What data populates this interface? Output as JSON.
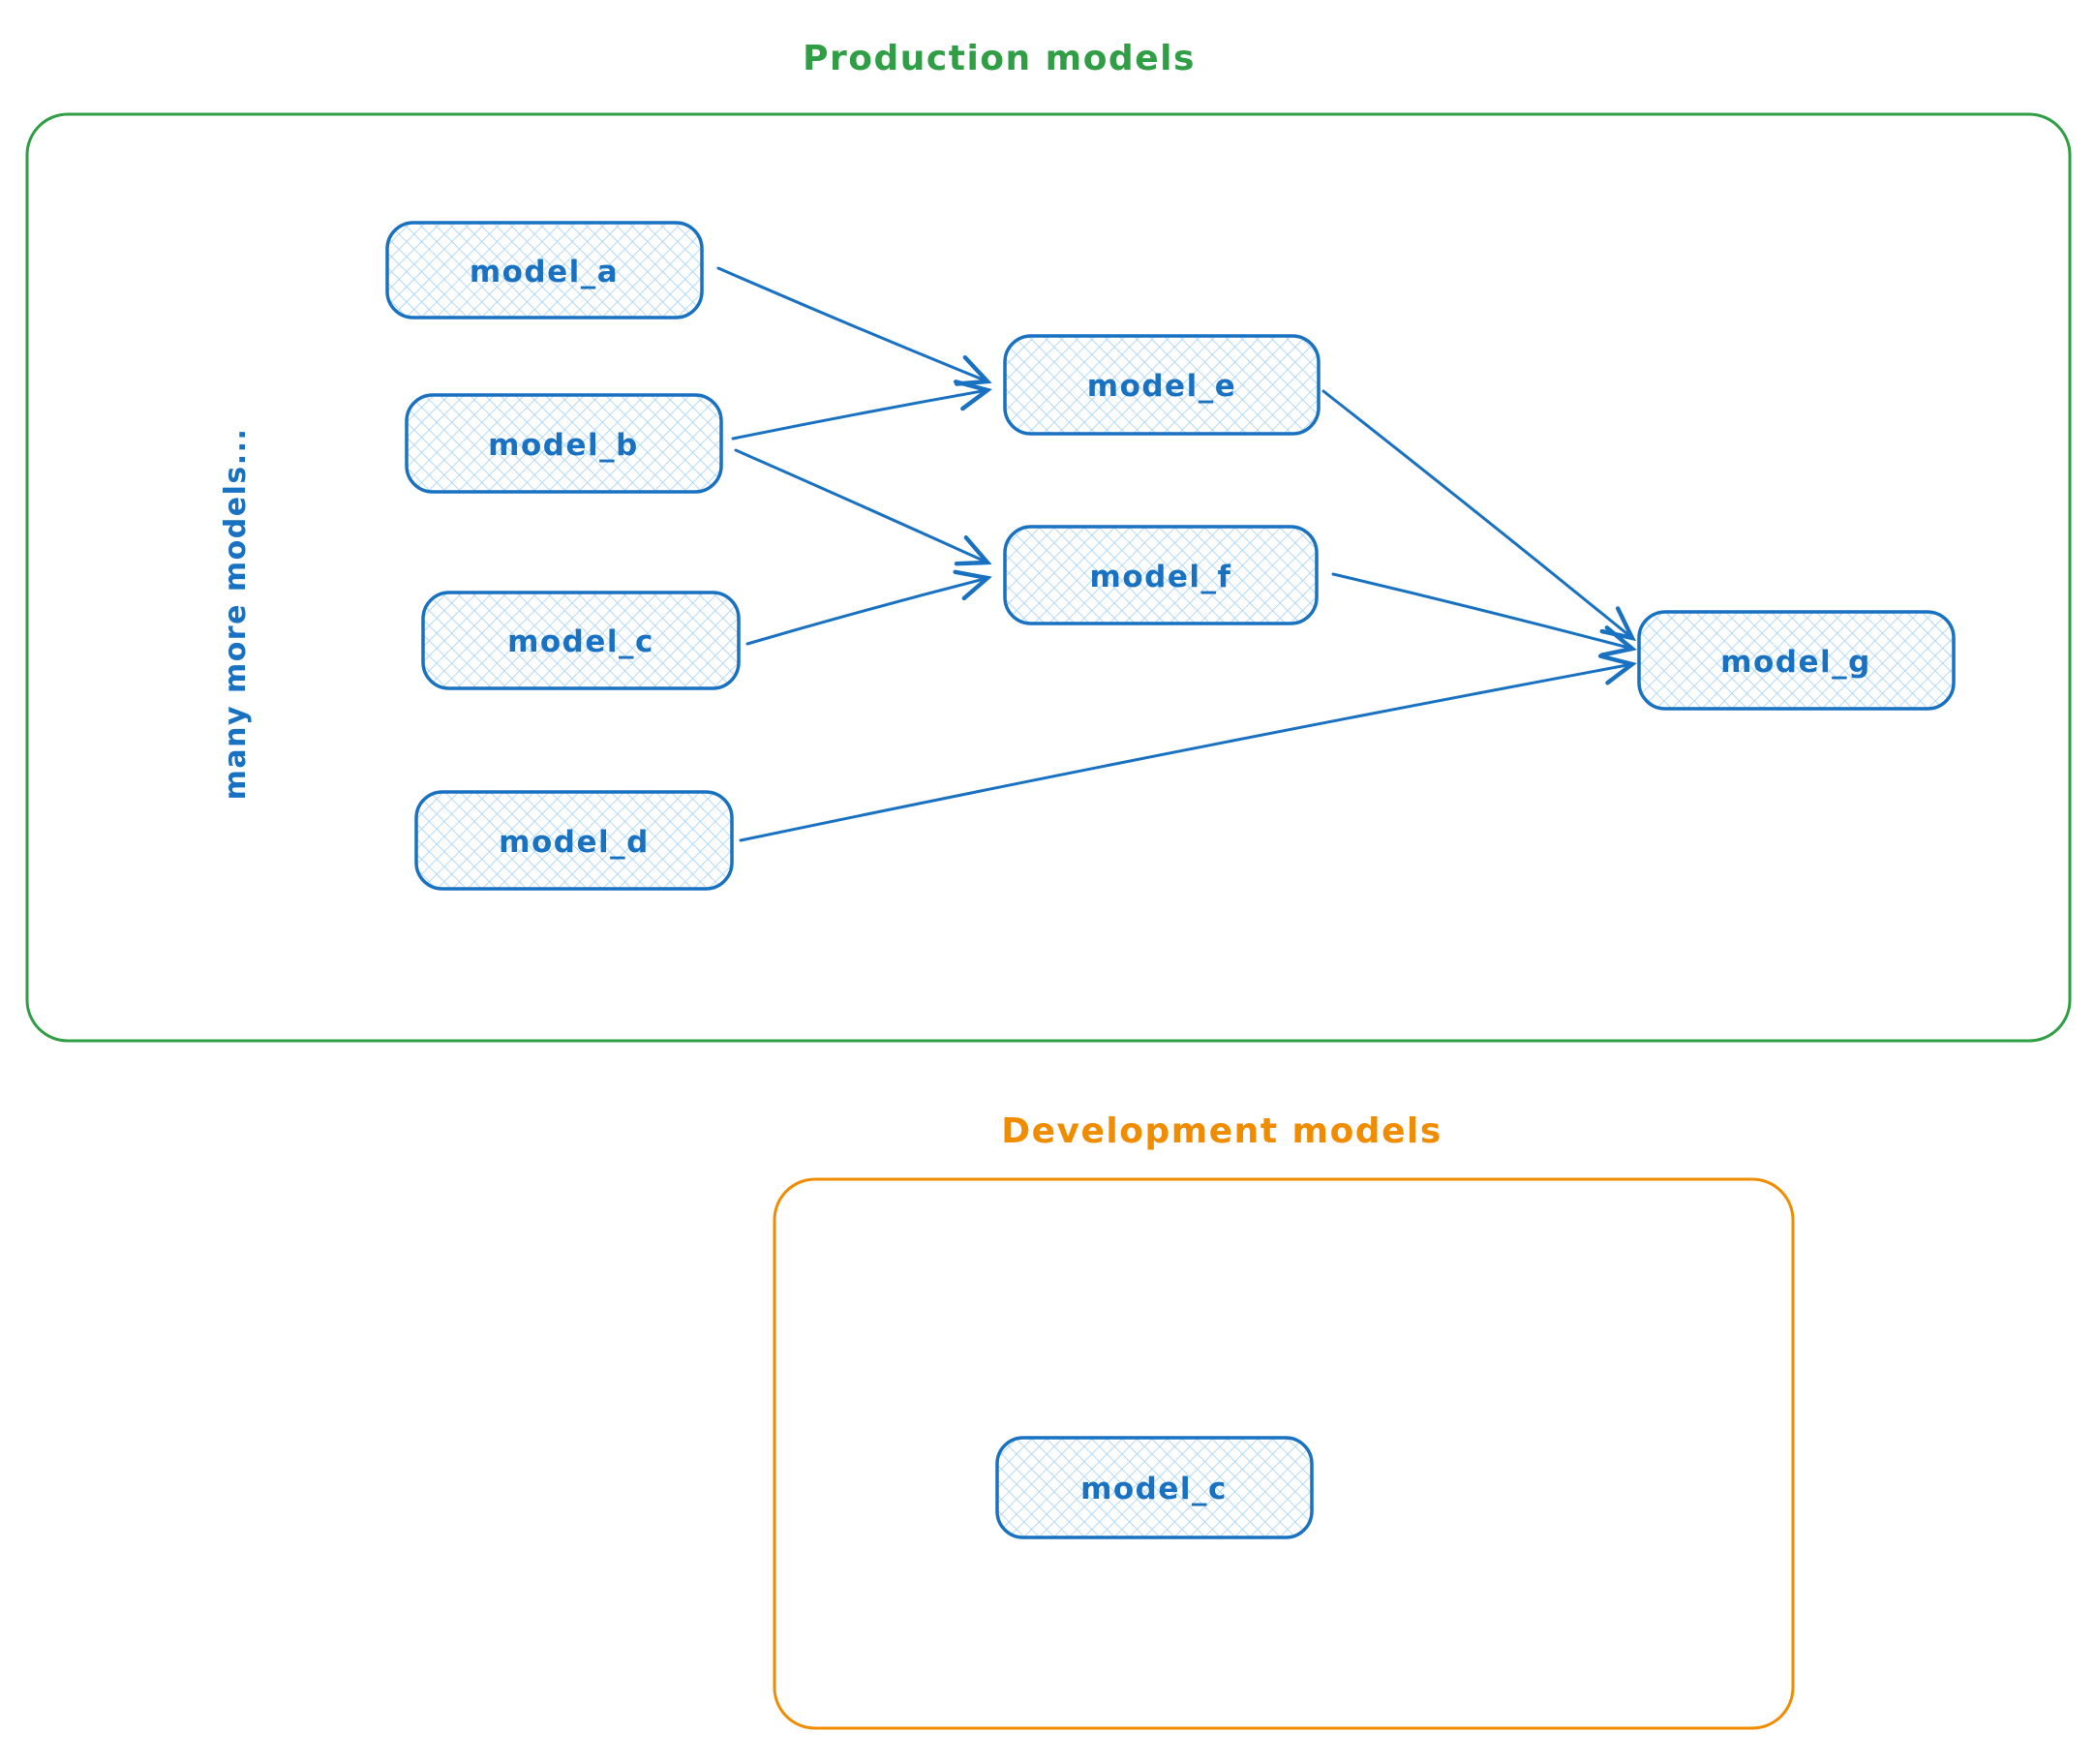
{
  "colors": {
    "node_stroke": "#1971c2",
    "node_hatch_fill": "#a9d4f5",
    "label_text": "#1971c2",
    "production_green": "#2f9e44",
    "development_orange": "#f08c00",
    "background": "#ffffff"
  },
  "production": {
    "title": "Production models",
    "side_note": "many more models...",
    "nodes": [
      {
        "id": "model_a",
        "label": "model_a"
      },
      {
        "id": "model_b",
        "label": "model_b"
      },
      {
        "id": "model_c",
        "label": "model_c"
      },
      {
        "id": "model_d",
        "label": "model_d"
      },
      {
        "id": "model_e",
        "label": "model_e"
      },
      {
        "id": "model_f",
        "label": "model_f"
      },
      {
        "id": "model_g",
        "label": "model_g"
      }
    ],
    "edges": [
      {
        "from": "model_a",
        "to": "model_e"
      },
      {
        "from": "model_b",
        "to": "model_e"
      },
      {
        "from": "model_b",
        "to": "model_f"
      },
      {
        "from": "model_c",
        "to": "model_f"
      },
      {
        "from": "model_e",
        "to": "model_g"
      },
      {
        "from": "model_f",
        "to": "model_g"
      },
      {
        "from": "model_d",
        "to": "model_g"
      }
    ]
  },
  "development": {
    "title": "Development models",
    "nodes": [
      {
        "id": "model_c_dev",
        "label": "model_c"
      }
    ]
  }
}
